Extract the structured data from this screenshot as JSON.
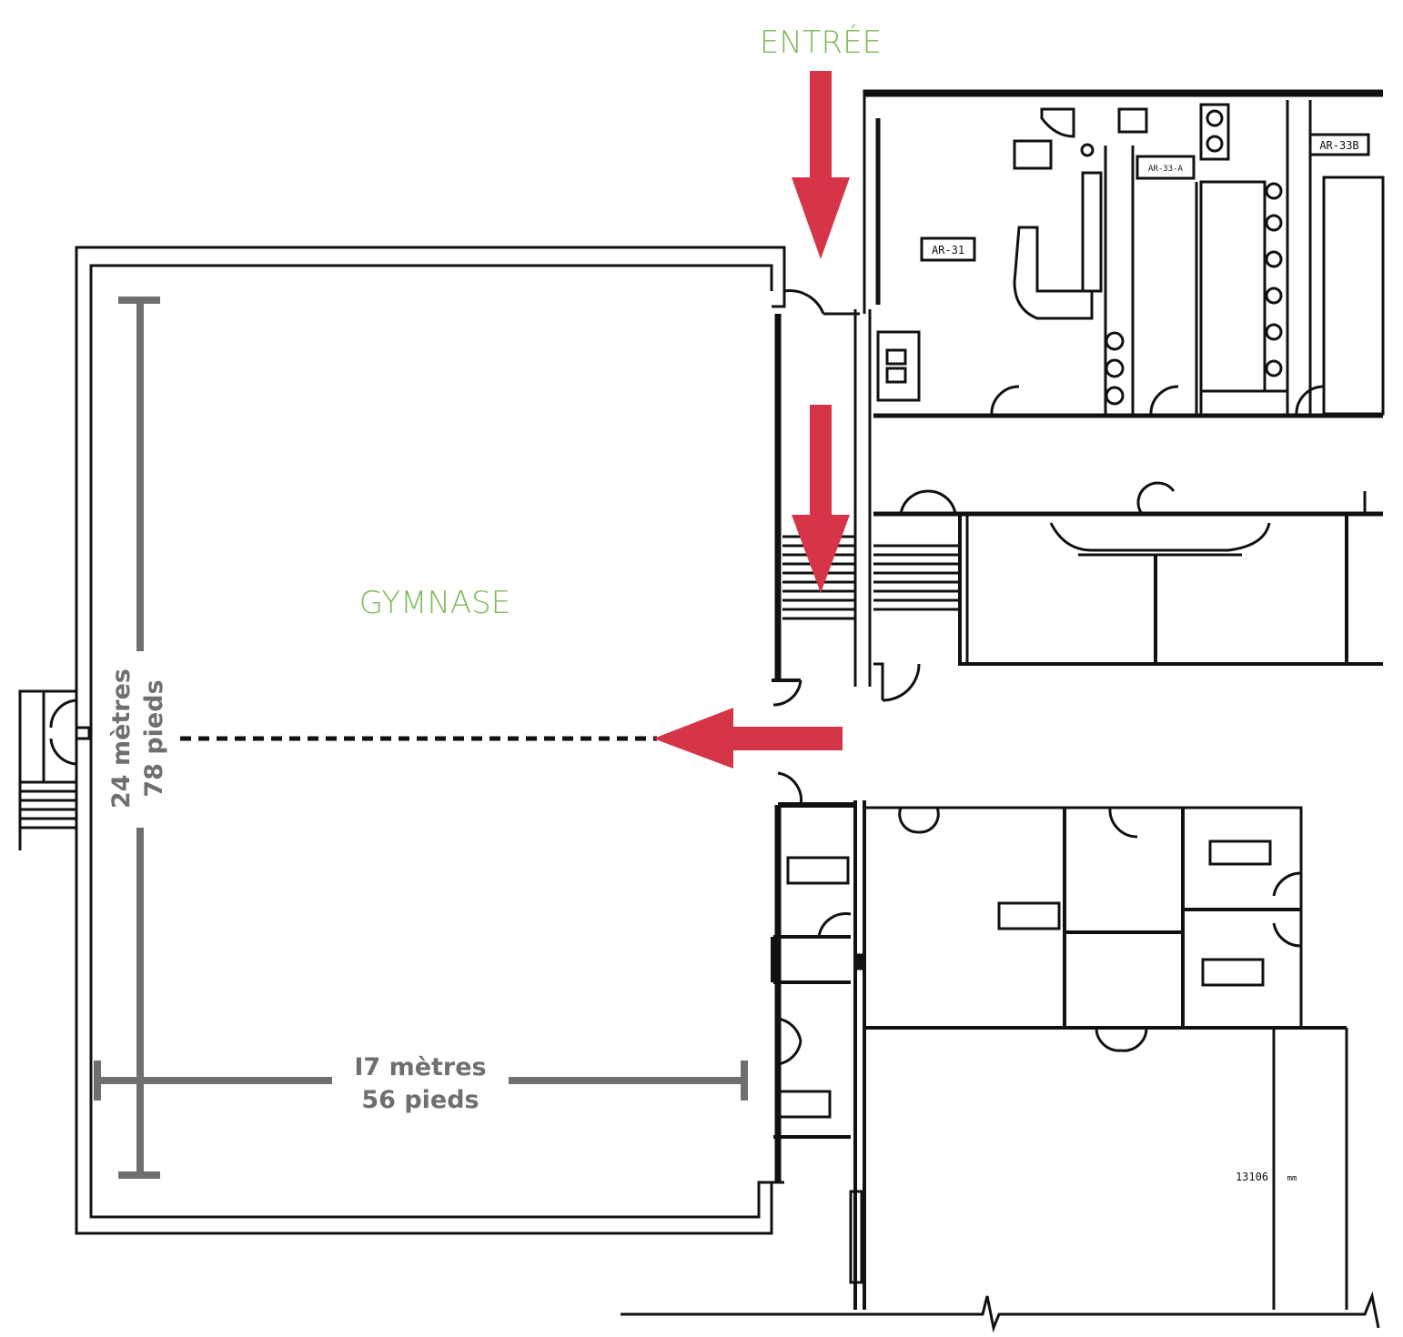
{
  "labels": {
    "entrance": "ENTRÉE",
    "gym": "GYMNASE",
    "height_m": "24 mètres",
    "height_ft": "78 pieds",
    "width_m": "I7 mètres",
    "width_ft": "56 pieds",
    "room_ar31": "AR-31",
    "room_ar33a": "AR-33-A",
    "room_ar33b": "AR-33B",
    "room_13106": "13106",
    "room_13106_suffix": "mm"
  },
  "colors": {
    "label_green": "#7dbb5a",
    "arrow_red": "#d63447",
    "dimension_gray": "#6f6f6f",
    "line_black": "#111111"
  }
}
